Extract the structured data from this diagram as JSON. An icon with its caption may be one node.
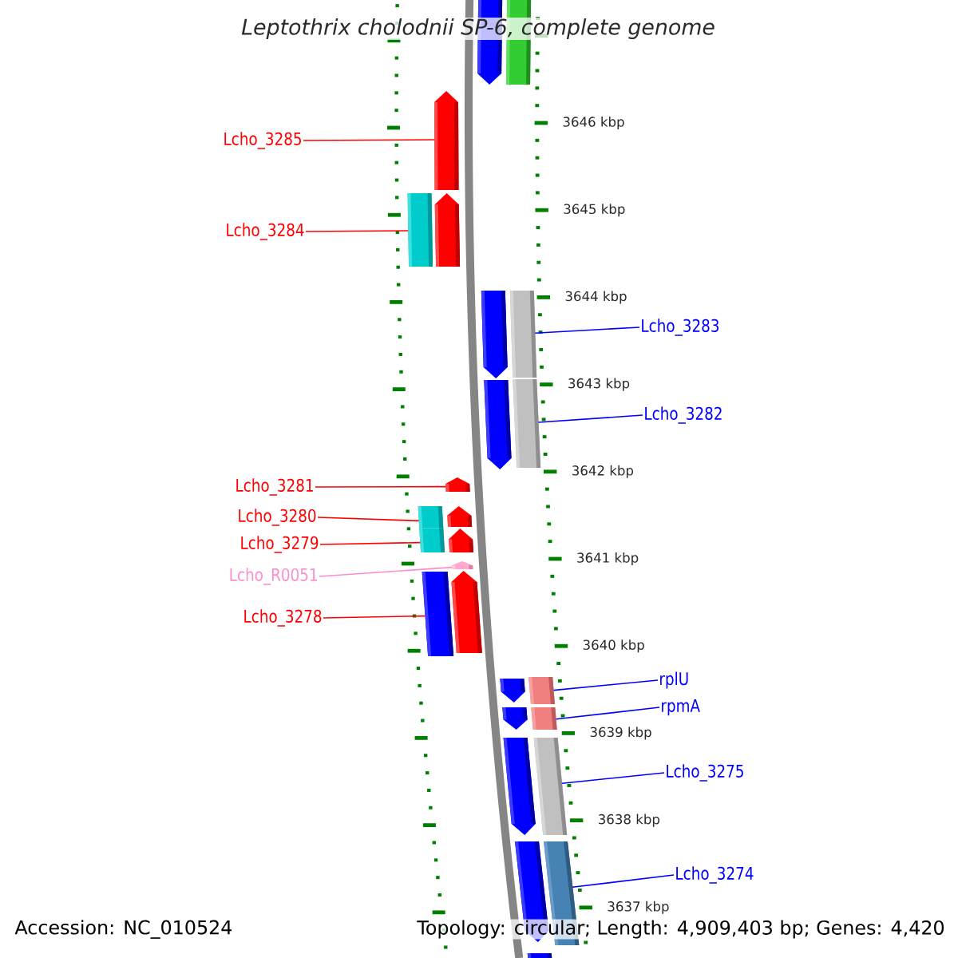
{
  "diagram": {
    "title": "Leptothrix cholodnii SP-6, complete genome",
    "nodes": [
      {
        "text": [
          "Lcho_3285"
        ]
      },
      {
        "text": [
          "Lcho_3284"
        ]
      },
      {
        "text": [
          "Lcho_3283"
        ]
      },
      {
        "text": [
          "Lcho_3282"
        ]
      },
      {
        "text": [
          "Lcho_3281"
        ]
      },
      {
        "text": [
          "Lcho_3280"
        ]
      },
      {
        "text": [
          "Lcho_3279"
        ]
      },
      {
        "text": [
          "Lcho_R0051"
        ]
      },
      {
        "text": [
          "Lcho_3278"
        ]
      },
      {
        "text": [
          "rplU"
        ]
      },
      {
        "text": [
          "rpmA"
        ]
      },
      {
        "text": [
          "Lcho_3275"
        ]
      },
      {
        "text": [
          "Lcho_3274"
        ]
      },
      {
        "text": [],
        "shape": "pentagon"
      },
      {
        "text": [],
        "shape": "bar"
      },
      {
        "text": [],
        "shape": "pentagon"
      },
      {
        "text": [],
        "shape": "bar"
      },
      {
        "text": [],
        "shape": "pentagon"
      },
      {
        "text": [],
        "shape": "pentagon"
      },
      {
        "text": [],
        "shape": "bar"
      },
      {
        "text": [],
        "shape": "pentagon"
      },
      {
        "text": [],
        "shape": "bar"
      },
      {
        "text": [],
        "shape": "pentagon"
      },
      {
        "text": [],
        "shape": "bar"
      },
      {
        "text": [],
        "shape": "pentagon"
      },
      {
        "text": [],
        "shape": "bar"
      },
      {
        "text": [],
        "shape": "pentagon"
      },
      {
        "text": [],
        "shape": "pentagon"
      },
      {
        "text": [],
        "shape": "bar"
      },
      {
        "text": [],
        "shape": "pentagon"
      },
      {
        "text": [],
        "shape": "pentagon"
      },
      {
        "text": [],
        "shape": "bar"
      },
      {
        "text": [],
        "shape": "pentagon"
      },
      {
        "text": [],
        "shape": "bar"
      },
      {
        "text": [],
        "shape": "pentagon"
      },
      {
        "text": [],
        "shape": "bar"
      },
      {
        "text": [],
        "shape": "pentagon"
      },
      {
        "text": [],
        "shape": "bar"
      },
      {
        "text": [],
        "shape": "bar"
      }
    ],
    "edges": [
      {
        "from": 0,
        "to": 15,
        "arrow": "none",
        "color": "#ff0000"
      },
      {
        "from": 1,
        "to": 16,
        "arrow": "none",
        "color": "#ff0000"
      },
      {
        "from": 2,
        "to": 19,
        "arrow": "none",
        "color": "#0000ff"
      },
      {
        "from": 3,
        "to": 21,
        "arrow": "none",
        "color": "#0000ff"
      },
      {
        "from": 4,
        "to": 22,
        "arrow": "none",
        "color": "#ff0000"
      },
      {
        "from": 5,
        "to": 23,
        "arrow": "none",
        "color": "#ff0000"
      },
      {
        "from": 6,
        "to": 25,
        "arrow": "none",
        "color": "#ff0000"
      },
      {
        "from": 7,
        "to": 27,
        "arrow": "none",
        "color": "#ff8ccc"
      },
      {
        "from": 8,
        "to": 28,
        "arrow": "none",
        "color": "#ff0000"
      },
      {
        "from": 9,
        "to": 31,
        "arrow": "none",
        "color": "#0000ff"
      },
      {
        "from": 10,
        "to": 33,
        "arrow": "none",
        "color": "#0000ff"
      },
      {
        "from": 11,
        "to": 35,
        "arrow": "none",
        "color": "#0000ff"
      },
      {
        "from": 12,
        "to": 37,
        "arrow": "none",
        "color": "#0000ff"
      }
    ],
    "labels": [
      "3646 kbp",
      "3645 kbp",
      "3644 kbp",
      "3643 kbp",
      "3642 kbp",
      "3641 kbp",
      "3640 kbp",
      "3639 kbp",
      "3638 kbp",
      "3637 kbp",
      "Accession: NC_010524",
      "Topology: circular; Length: 4,909,403 bp; Genes: 4,420"
    ]
  }
}
